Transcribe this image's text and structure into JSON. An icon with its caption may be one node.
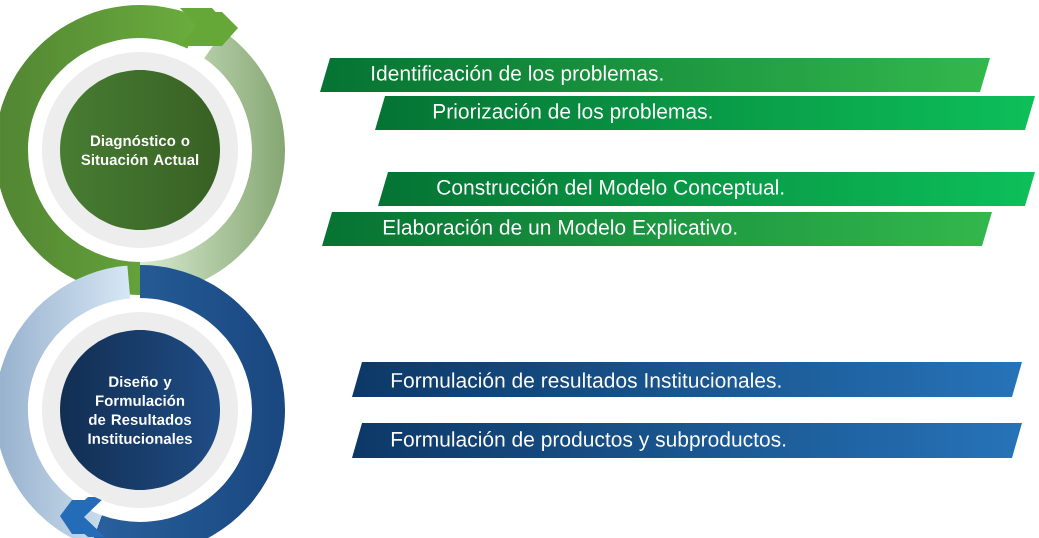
{
  "diagram": {
    "nodes": [
      {
        "text": [
          "Diagnóstico o Situación Actual"
        ]
      },
      {
        "text": [
          "Identificación de los problemas."
        ]
      },
      {
        "text": [
          "Priorización de los problemas."
        ]
      },
      {
        "text": [
          "Construcción del Modelo Conceptual."
        ]
      },
      {
        "text": [
          "Elaboración de un Modelo Explicativo."
        ]
      },
      {
        "text": [
          "Diseño y Formulación de Resultados Institucionales"
        ]
      },
      {
        "text": [
          "Formulación de resultados Institucionales."
        ]
      },
      {
        "text": [
          "Formulación de productos y subproductos."
        ]
      }
    ]
  }
}
